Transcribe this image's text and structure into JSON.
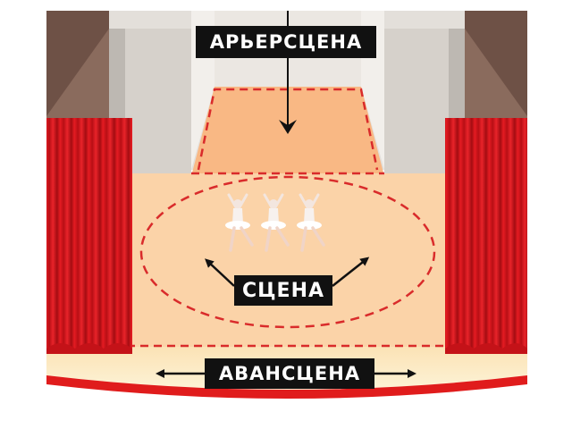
{
  "labels": {
    "backstage": "АРЬЕРСЦЕНА",
    "stage": "СЦЕНА",
    "proscenium": "АВАНСЦЕНА"
  },
  "colors": {
    "ceiling": "#6e5146",
    "wall_light": "#e3dfda",
    "wall_shadow": "#bfbab4",
    "stage_floor": "#fbd3a8",
    "backstage_floor": "#f9b884",
    "apron_floor": "#fdf1cf",
    "curtain": "#d7151c",
    "curtain_dark": "#9a0c10",
    "dash": "#d92b2b",
    "label_bg": "#111111",
    "label_text": "#ffffff"
  },
  "figures": {
    "dancer_count": 3,
    "dancer_icon": "ballerina-icon"
  }
}
